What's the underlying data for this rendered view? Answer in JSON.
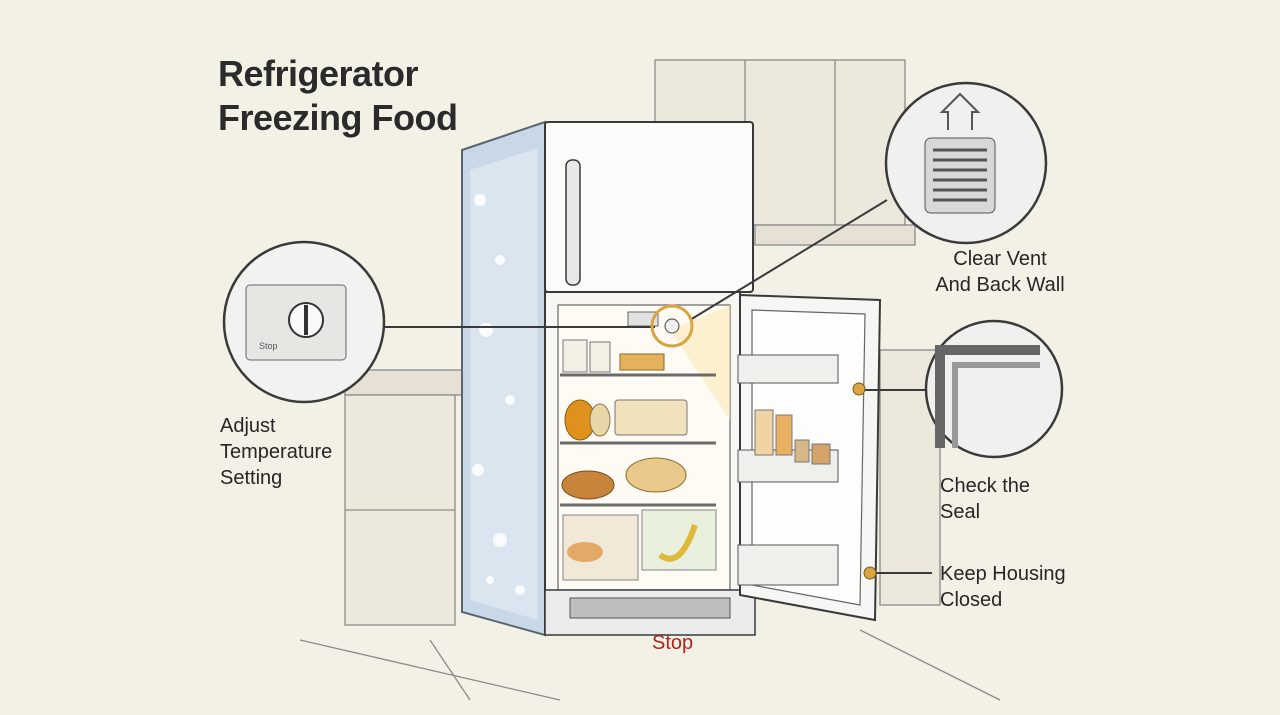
{
  "title": {
    "line1": "Refrigerator",
    "line2": "Freezing Food"
  },
  "callouts": {
    "temperature": {
      "line1": "Adjust",
      "line2": "Temperature",
      "line3": "Setting",
      "dial_text": "Stop",
      "icon": "thermostat-dial-icon"
    },
    "vent": {
      "line1": "Clear Vent",
      "line2": "And Back Wall",
      "icon": "air-vent-icon"
    },
    "seal": {
      "line1": "Check the",
      "line2": "Seal",
      "icon": "door-gasket-icon"
    },
    "housing": {
      "line1": "Keep Housing",
      "line2": "Closed"
    }
  },
  "stop_label": "Stop",
  "colors": {
    "background": "#f3f0e6",
    "accent": "#d9a441",
    "stop": "#b0221c",
    "frost": "#c9d8e6",
    "line": "#3a3a3a"
  }
}
